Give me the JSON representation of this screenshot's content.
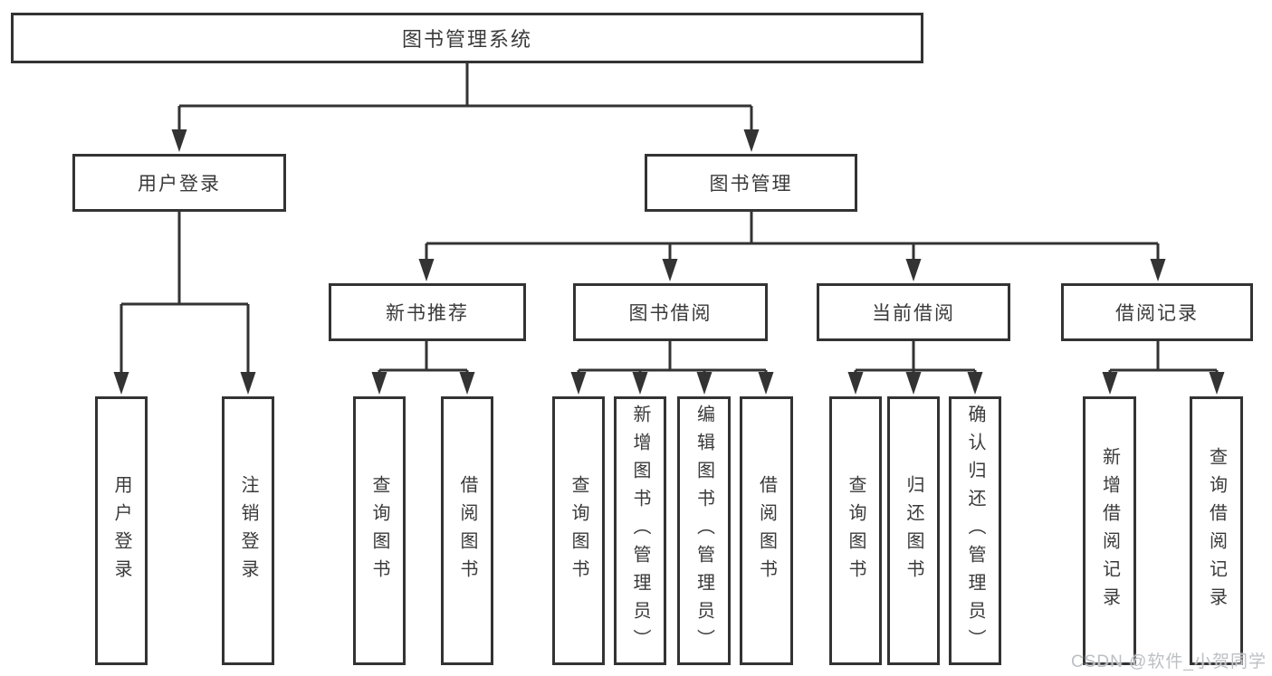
{
  "tree": {
    "label": "图书管理系统",
    "children": [
      {
        "label": "用户登录",
        "children": [
          {
            "label": "用户登录"
          },
          {
            "label": "注销登录"
          }
        ]
      },
      {
        "label": "图书管理",
        "children": [
          {
            "label": "新书推荐",
            "children": [
              {
                "label": "查询图书"
              },
              {
                "label": "借阅图书"
              }
            ]
          },
          {
            "label": "图书借阅",
            "children": [
              {
                "label": "查询图书"
              },
              {
                "label": "新增图书（管理员）"
              },
              {
                "label": "编辑图书（管理员）"
              },
              {
                "label": "借阅图书"
              }
            ]
          },
          {
            "label": "当前借阅",
            "children": [
              {
                "label": "查询图书"
              },
              {
                "label": "归还图书"
              },
              {
                "label": "确认归还（管理员）"
              }
            ]
          },
          {
            "label": "借阅记录",
            "children": [
              {
                "label": "新增借阅记录"
              },
              {
                "label": "查询借阅记录"
              }
            ]
          }
        ]
      }
    ]
  },
  "watermark": {
    "text": "CSDN @软件_小贺同学"
  },
  "colors": {
    "line": "#333333",
    "box_border": "#333333",
    "box_fill": "#ffffff",
    "text": "#3a3a3a",
    "watermark": "#bcc0c4",
    "background": "#ffffff"
  }
}
